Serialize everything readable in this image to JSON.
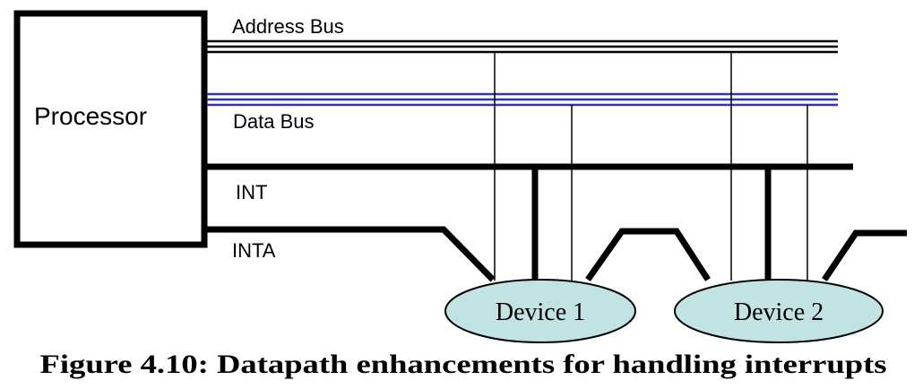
{
  "diagram": {
    "processor_label": "Processor",
    "buses": {
      "address_label": "Address Bus",
      "data_label": "Data Bus",
      "int_label": "INT",
      "inta_label": "INTA"
    },
    "devices": [
      {
        "label": "Device 1"
      },
      {
        "label": "Device 2"
      }
    ],
    "caption": "Figure 4.10: Datapath enhancements for handling interrupts"
  },
  "colors": {
    "line": "#000000",
    "data_bus_line": "#3333aa",
    "device_fill": "#c2e3e3",
    "background": "#ffffff"
  }
}
